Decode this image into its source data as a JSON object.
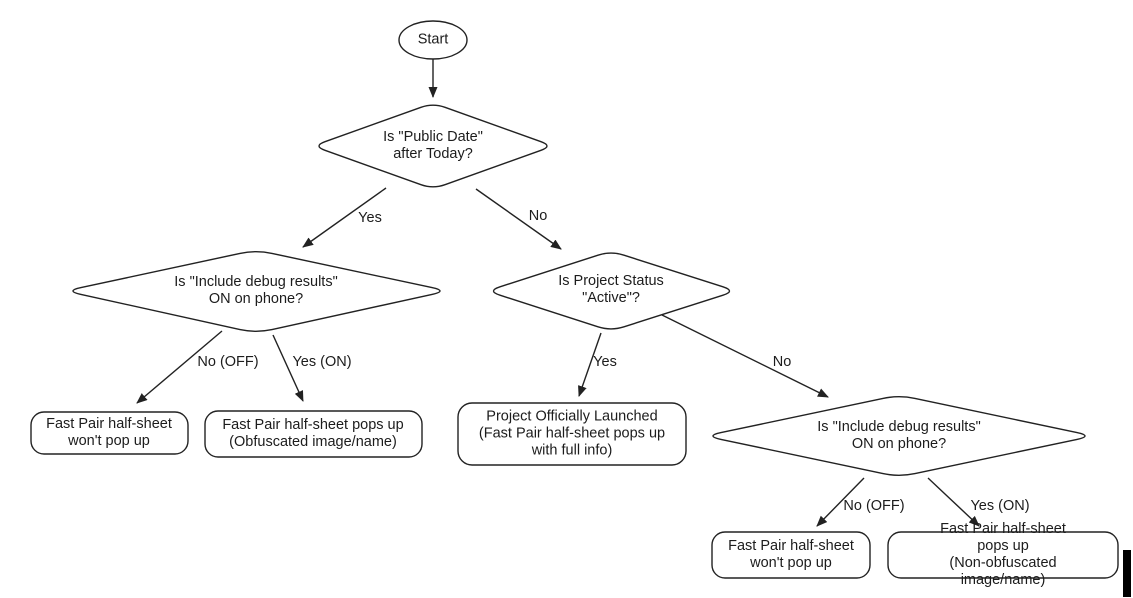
{
  "style": {
    "ink_color": "#222222",
    "background_color": "#ffffff"
  },
  "flowchart": {
    "start": "Start",
    "decisions": {
      "public_date": "Is \"Public Date\"\nafter Today?",
      "debug_left": "Is \"Include debug results\"\nON on phone?",
      "project_status": "Is Project Status\n\"Active\"?",
      "debug_right": "Is \"Include debug results\"\nON on phone?"
    },
    "outcomes": {
      "no_popup_left": "Fast Pair half-sheet\nwon't pop up",
      "obfuscated": "Fast Pair half-sheet pops up\n(Obfuscated image/name)",
      "launched": "Project Officially Launched\n(Fast Pair half-sheet pops up\nwith full info)",
      "no_popup_right": "Fast Pair half-sheet\nwon't pop up",
      "non_obfuscated": "Fast Pair half-sheet pops up\n(Non-obfuscated image/name)"
    },
    "edge_labels": {
      "public_date_yes": "Yes",
      "public_date_no": "No",
      "debug_left_no": "No (OFF)",
      "debug_left_yes": "Yes (ON)",
      "project_status_yes": "Yes",
      "project_status_no": "No",
      "debug_right_no": "No (OFF)",
      "debug_right_yes": "Yes (ON)"
    }
  }
}
